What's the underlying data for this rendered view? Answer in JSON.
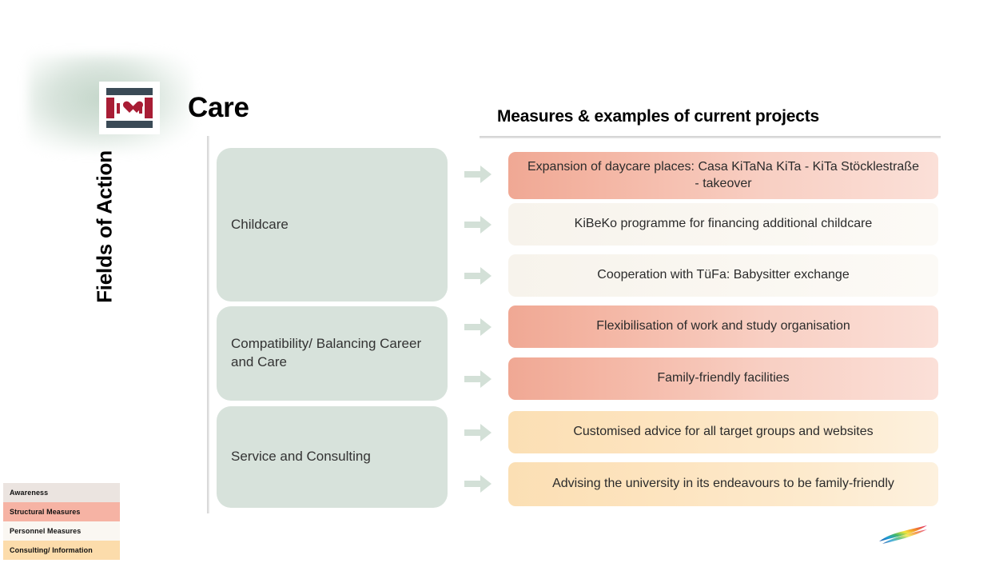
{
  "slide": {
    "title": "Care",
    "icon_name": "care-heart-icon",
    "column_header": "Measures & examples of current projects",
    "axis_label": "Fields of Action"
  },
  "fields": [
    {
      "label": "Childcare"
    },
    {
      "label": "Compatibility/ Balancing Career and Care"
    },
    {
      "label": "Service and Consulting"
    }
  ],
  "measures": [
    {
      "text": "Expansion of daycare places: Casa KiTaNa KiTa - KiTa Stöcklestraße - takeover",
      "category": "Structural Measures"
    },
    {
      "text": "KiBeKo programme for financing additional childcare",
      "category": "Personnel Measures"
    },
    {
      "text": "Cooperation with TüFa: Babysitter exchange",
      "category": "Personnel Measures"
    },
    {
      "text": "Flexibilisation of work and study organisation",
      "category": "Structural Measures"
    },
    {
      "text": "Family-friendly facilities",
      "category": "Structural Measures"
    },
    {
      "text": "Customised advice for all target groups and websites",
      "category": "Consulting/ Information"
    },
    {
      "text": "Advising the university in its endeavours to be family-friendly",
      "category": "Consulting/ Information"
    }
  ],
  "legend": [
    {
      "label": "Awareness",
      "color": "#ebe4e0"
    },
    {
      "label": "Structural Measures",
      "color": "#f6b3a4"
    },
    {
      "label": "Personnel Measures",
      "color": "#faf7f2"
    },
    {
      "label": "Consulting/ Information",
      "color": "#fcdcab"
    }
  ],
  "colors": {
    "field_box": "#d7e2db",
    "arrow": "#d3e0d7",
    "icon_bar": "#3a4a56",
    "icon_red": "#a81d35"
  }
}
